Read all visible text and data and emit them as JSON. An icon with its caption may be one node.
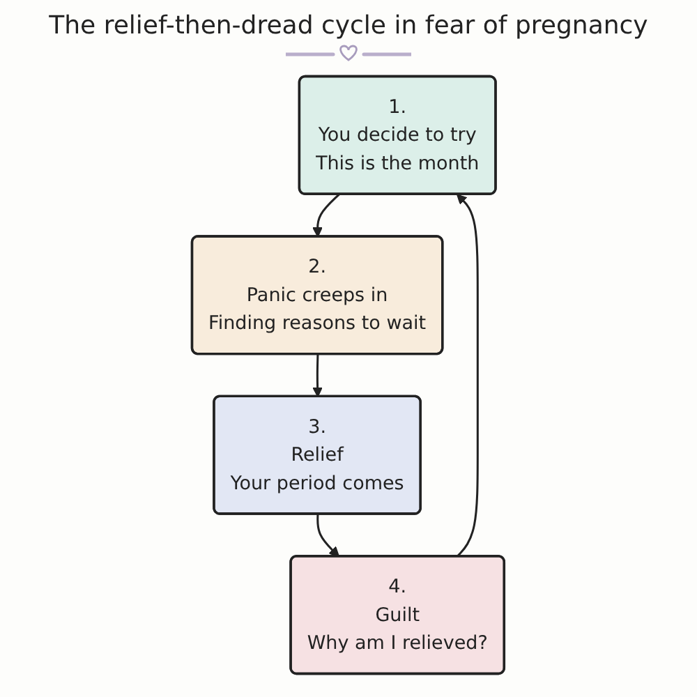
{
  "diagram": {
    "title": "The relief-then-dread cycle in fear of pregnancy",
    "nodes": [
      {
        "text": [
          "1.",
          "You decide to try",
          "This is the month"
        ]
      },
      {
        "text": [
          "2.",
          "Panic creeps in",
          "Finding reasons to wait"
        ]
      },
      {
        "text": [
          "3.",
          "Relief",
          "Your period comes"
        ]
      },
      {
        "text": [
          "4.",
          "Guilt",
          "Why am I relieved?"
        ]
      }
    ],
    "edges": [
      {
        "from": 0,
        "to": 1,
        "arrow": "to"
      },
      {
        "from": 1,
        "to": 2,
        "arrow": "to"
      },
      {
        "from": 2,
        "to": 3,
        "arrow": "to"
      },
      {
        "from": 3,
        "to": 0,
        "arrow": "to"
      }
    ]
  }
}
